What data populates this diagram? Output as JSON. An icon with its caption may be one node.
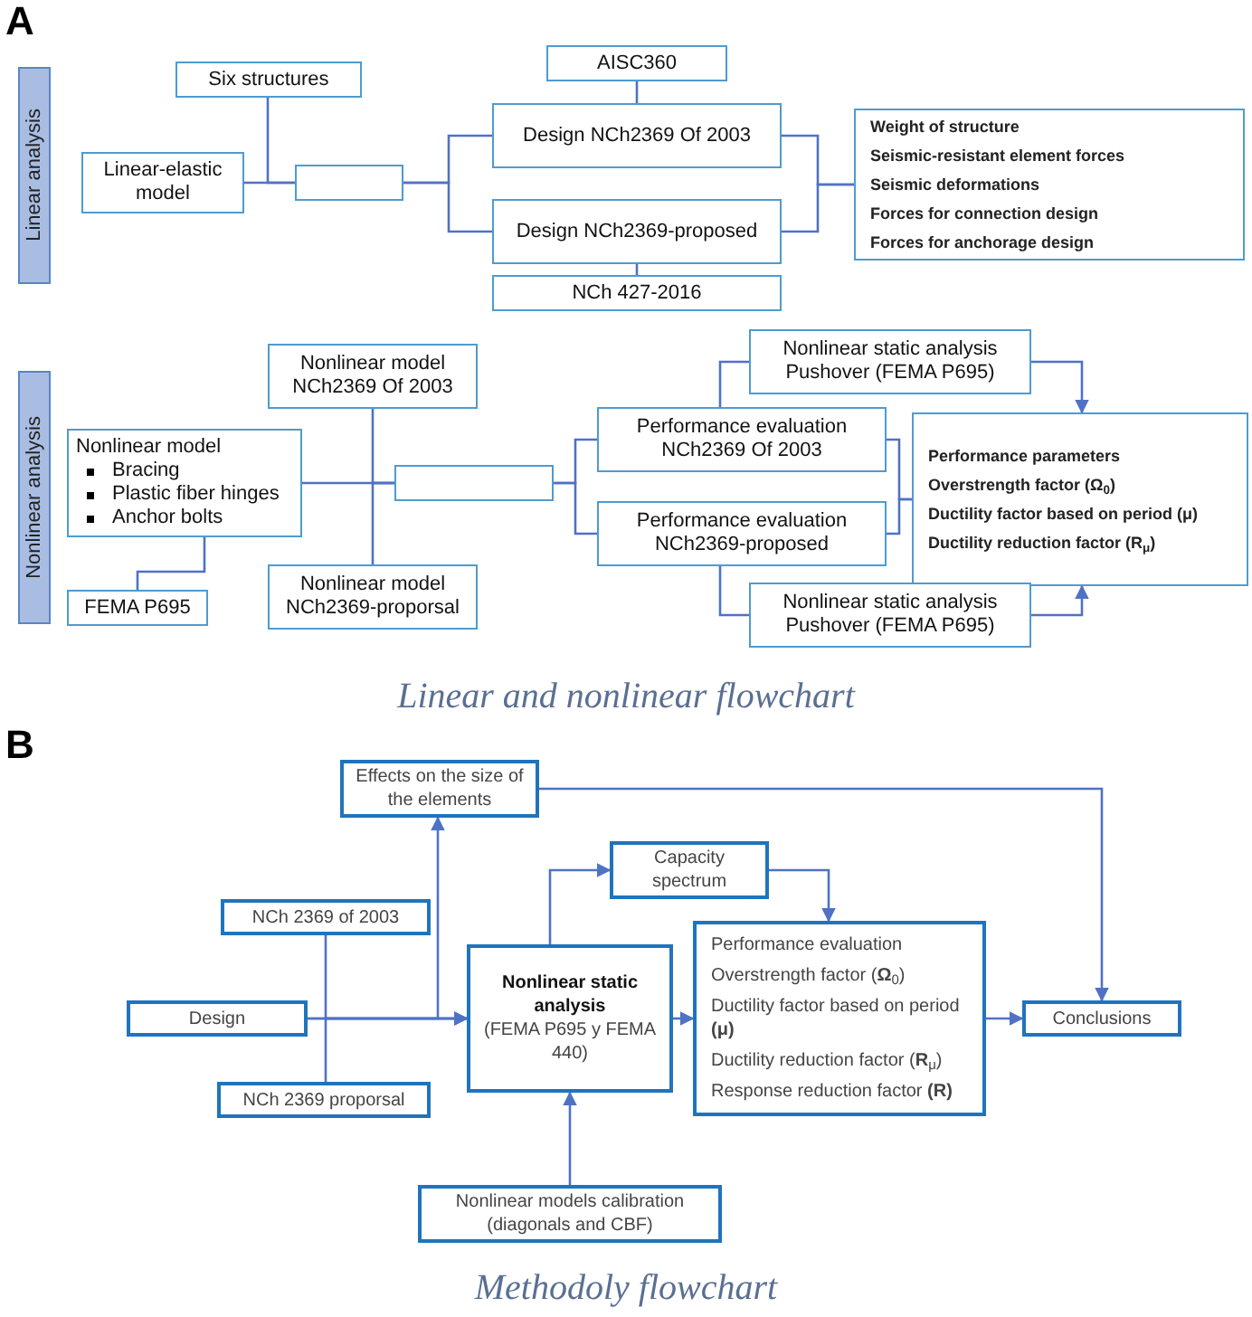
{
  "diagram": {
    "nodes": [
      {
        "text": [
          "Linear analysis"
        ]
      },
      {
        "text": [
          "Six structures"
        ]
      },
      {
        "text": [
          "Linear-elastic model"
        ]
      },
      {
        "text": [],
        "shape": "box"
      },
      {
        "text": [
          "AISC360"
        ]
      },
      {
        "text": [
          "Design NCh2369 Of 2003"
        ]
      },
      {
        "text": [
          "Design NCh2369-proposed"
        ]
      },
      {
        "text": [
          "NCh 427-2016"
        ]
      },
      {
        "text": [
          "Weight of structure",
          "Seismic-resistant element forces",
          "Seismic deformations",
          "Forces for connection design",
          "Forces for anchorage design"
        ]
      },
      {
        "text": [
          "Nonlinear analysis"
        ]
      },
      {
        "text": [
          "Nonlinear model NCh2369 Of 2003"
        ]
      },
      {
        "text": [
          "Nonlinear model",
          "Bracing",
          "Plastic fiber hinges",
          "Anchor bolts"
        ]
      },
      {
        "text": [],
        "shape": "box"
      },
      {
        "text": [
          "FEMA P695"
        ]
      },
      {
        "text": [
          "Nonlinear model NCh2369-proporsal"
        ]
      },
      {
        "text": [
          "Nonlinear static analysis Pushover (FEMA P695)"
        ]
      },
      {
        "text": [
          "Performance evaluation NCh2369 Of 2003"
        ]
      },
      {
        "text": [
          "Performance evaluation NCh2369-proposed"
        ]
      },
      {
        "text": [
          "Performance parameters",
          "Overstrength factor (Ω$_{0}$)",
          "Ductility factor based on period (μ)",
          "Ductility reduction factor (R$_{μ}$)"
        ]
      },
      {
        "text": [
          "Nonlinear static analysis Pushover (FEMA P695)"
        ]
      },
      {
        "text": [
          "Effects on the size of the elements"
        ]
      },
      {
        "text": [
          "Capacity spectrum"
        ]
      },
      {
        "text": [
          "NCh 2369 of 2003"
        ]
      },
      {
        "text": [
          "Design"
        ]
      },
      {
        "text": [
          "Nonlinear static analysis",
          "(FEMA P695 y FEMA 440)"
        ]
      },
      {
        "text": [
          "Performance evaluation",
          "Overstrength factor (**Ω**$_{0}$)",
          "Ductility factor based on period **(μ)**",
          "Ductility reduction factor (**R**$_{μ}$)",
          "Response reduction factor **(R)**"
        ]
      },
      {
        "text": [
          "Conclusions"
        ]
      },
      {
        "text": [
          "NCh 2369 proporsal"
        ]
      },
      {
        "text": [
          "Nonlinear models calibration (diagonals and CBF)"
        ]
      }
    ],
    "edges": [
      {
        "from": 1,
        "to": 3,
        "arrow": "none"
      },
      {
        "from": 2,
        "to": 3,
        "arrow": "none"
      },
      {
        "from": 3,
        "to": 5,
        "arrow": "none"
      },
      {
        "from": 3,
        "to": 6,
        "arrow": "none"
      },
      {
        "from": 4,
        "to": 5,
        "arrow": "none"
      },
      {
        "from": 6,
        "to": 7,
        "arrow": "none"
      },
      {
        "from": 5,
        "to": 8,
        "arrow": "none"
      },
      {
        "from": 6,
        "to": 8,
        "arrow": "none"
      },
      {
        "from": 10,
        "to": 12,
        "arrow": "none"
      },
      {
        "from": 14,
        "to": 12,
        "arrow": "none"
      },
      {
        "from": 11,
        "to": 12,
        "arrow": "none"
      },
      {
        "from": 11,
        "to": 13,
        "arrow": "none"
      },
      {
        "from": 12,
        "to": 16,
        "arrow": "none"
      },
      {
        "from": 12,
        "to": 17,
        "arrow": "none"
      },
      {
        "from": 16,
        "to": 15,
        "arrow": "none"
      },
      {
        "from": 15,
        "to": 18,
        "arrow": "to"
      },
      {
        "from": 17,
        "to": 19,
        "arrow": "none"
      },
      {
        "from": 19,
        "to": 18,
        "arrow": "to"
      },
      {
        "from": 16,
        "to": 18,
        "arrow": "none"
      },
      {
        "from": 17,
        "to": 18,
        "arrow": "none"
      },
      {
        "from": 23,
        "to": 24,
        "arrow": "to"
      },
      {
        "from": 22,
        "to": 24,
        "arrow": "to"
      },
      {
        "from": 27,
        "to": 24,
        "arrow": "to"
      },
      {
        "from": 23,
        "to": 20,
        "arrow": "to"
      },
      {
        "from": 24,
        "to": 21,
        "arrow": "to"
      },
      {
        "from": 21,
        "to": 25,
        "arrow": "to"
      },
      {
        "from": 24,
        "to": 25,
        "arrow": "to"
      },
      {
        "from": 25,
        "to": 26,
        "arrow": "to"
      },
      {
        "from": 20,
        "to": 26,
        "arrow": "to"
      },
      {
        "from": 28,
        "to": 24,
        "arrow": "to"
      }
    ],
    "labels": [
      "A",
      "Linear and nonlinear flowchart",
      "B",
      "Methodoly flowchart"
    ]
  }
}
